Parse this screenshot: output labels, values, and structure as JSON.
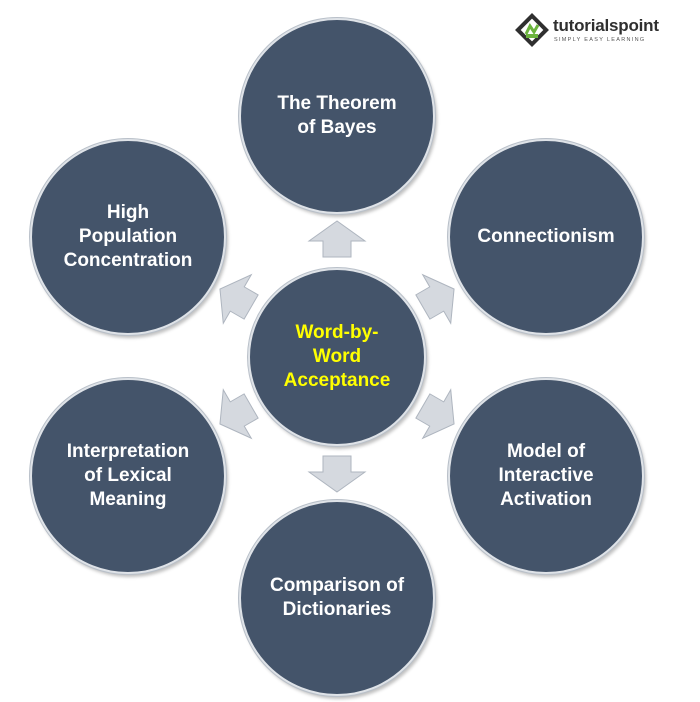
{
  "logo": {
    "name": "tutorialspoint",
    "tagline": "SIMPLY EASY LEARNING"
  },
  "diagram": {
    "center": "Word-by-\nWord\nAcceptance",
    "nodes": {
      "top": "The Theorem\nof Bayes",
      "upper_right": "Connectionism",
      "lower_right": "Model of\nInteractive\nActivation",
      "bottom": "Comparison of\nDictionaries",
      "lower_left": "Interpretation\nof Lexical\nMeaning",
      "upper_left": "High\nPopulation\nConcentration"
    }
  },
  "colors": {
    "node_fill": "#44546a",
    "node_text": "#ffffff",
    "center_text": "#ffff00",
    "arrow_fill": "#d5d9df"
  }
}
